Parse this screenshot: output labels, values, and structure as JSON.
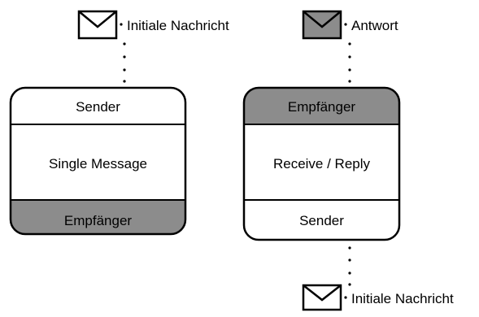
{
  "diagram": {
    "left": {
      "message": {
        "label": "Initiale Nachricht",
        "envelope_fill": "#ffffff",
        "icon": "envelope-icon"
      },
      "block": {
        "top_label": "Sender",
        "middle_label": "Single Message",
        "bottom_label": "Empfänger",
        "top_fill": "#ffffff",
        "bottom_fill": "#8c8c8c"
      }
    },
    "right": {
      "message": {
        "label": "Antwort",
        "envelope_fill": "#8c8c8c",
        "icon": "envelope-icon"
      },
      "block": {
        "top_label": "Empfänger",
        "middle_label": "Receive / Reply",
        "bottom_label": "Sender",
        "top_fill": "#8c8c8c",
        "bottom_fill": "#ffffff"
      },
      "outgoing_message": {
        "label": "Initiale Nachricht",
        "envelope_fill": "#ffffff",
        "icon": "envelope-icon"
      }
    }
  }
}
